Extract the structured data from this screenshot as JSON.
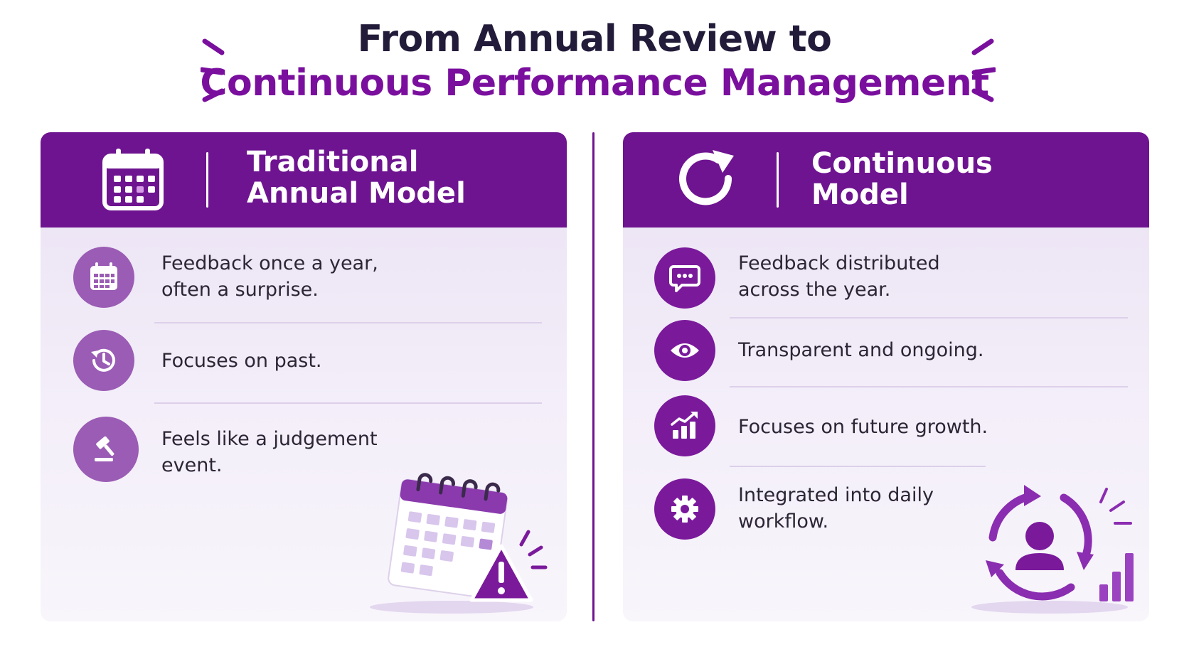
{
  "title": {
    "line1": "From Annual Review to",
    "line2": "Continuous Performance Management"
  },
  "colors": {
    "accent": "#6e1490",
    "accent_light": "#9a5cb4",
    "title_dark": "#231b3a"
  },
  "panels": {
    "left": {
      "icon": "calendar-icon",
      "title_line1": "Traditional",
      "title_line2": "Annual Model",
      "items": [
        {
          "icon": "calendar-icon",
          "line1": "Feedback once a year,",
          "line2": "often a surprise."
        },
        {
          "icon": "history-clock-icon",
          "line1": "Focuses on past.",
          "line2": ""
        },
        {
          "icon": "gavel-icon",
          "line1": "Feels like a judgement",
          "line2": "event."
        }
      ],
      "illustration": "calendar-warning-icon"
    },
    "right": {
      "icon": "refresh-icon",
      "title_line1": "Continuous",
      "title_line2": "Model",
      "items": [
        {
          "icon": "chat-bubble-icon",
          "line1": "Feedback distributed",
          "line2": "across the year."
        },
        {
          "icon": "eye-icon",
          "line1": "Transparent and ongoing.",
          "line2": ""
        },
        {
          "icon": "growth-chart-icon",
          "line1": "Focuses on future growth.",
          "line2": ""
        },
        {
          "icon": "gear-icon",
          "line1": "Integrated into daily",
          "line2": "workflow."
        }
      ],
      "illustration": "person-cycle-icon"
    }
  }
}
